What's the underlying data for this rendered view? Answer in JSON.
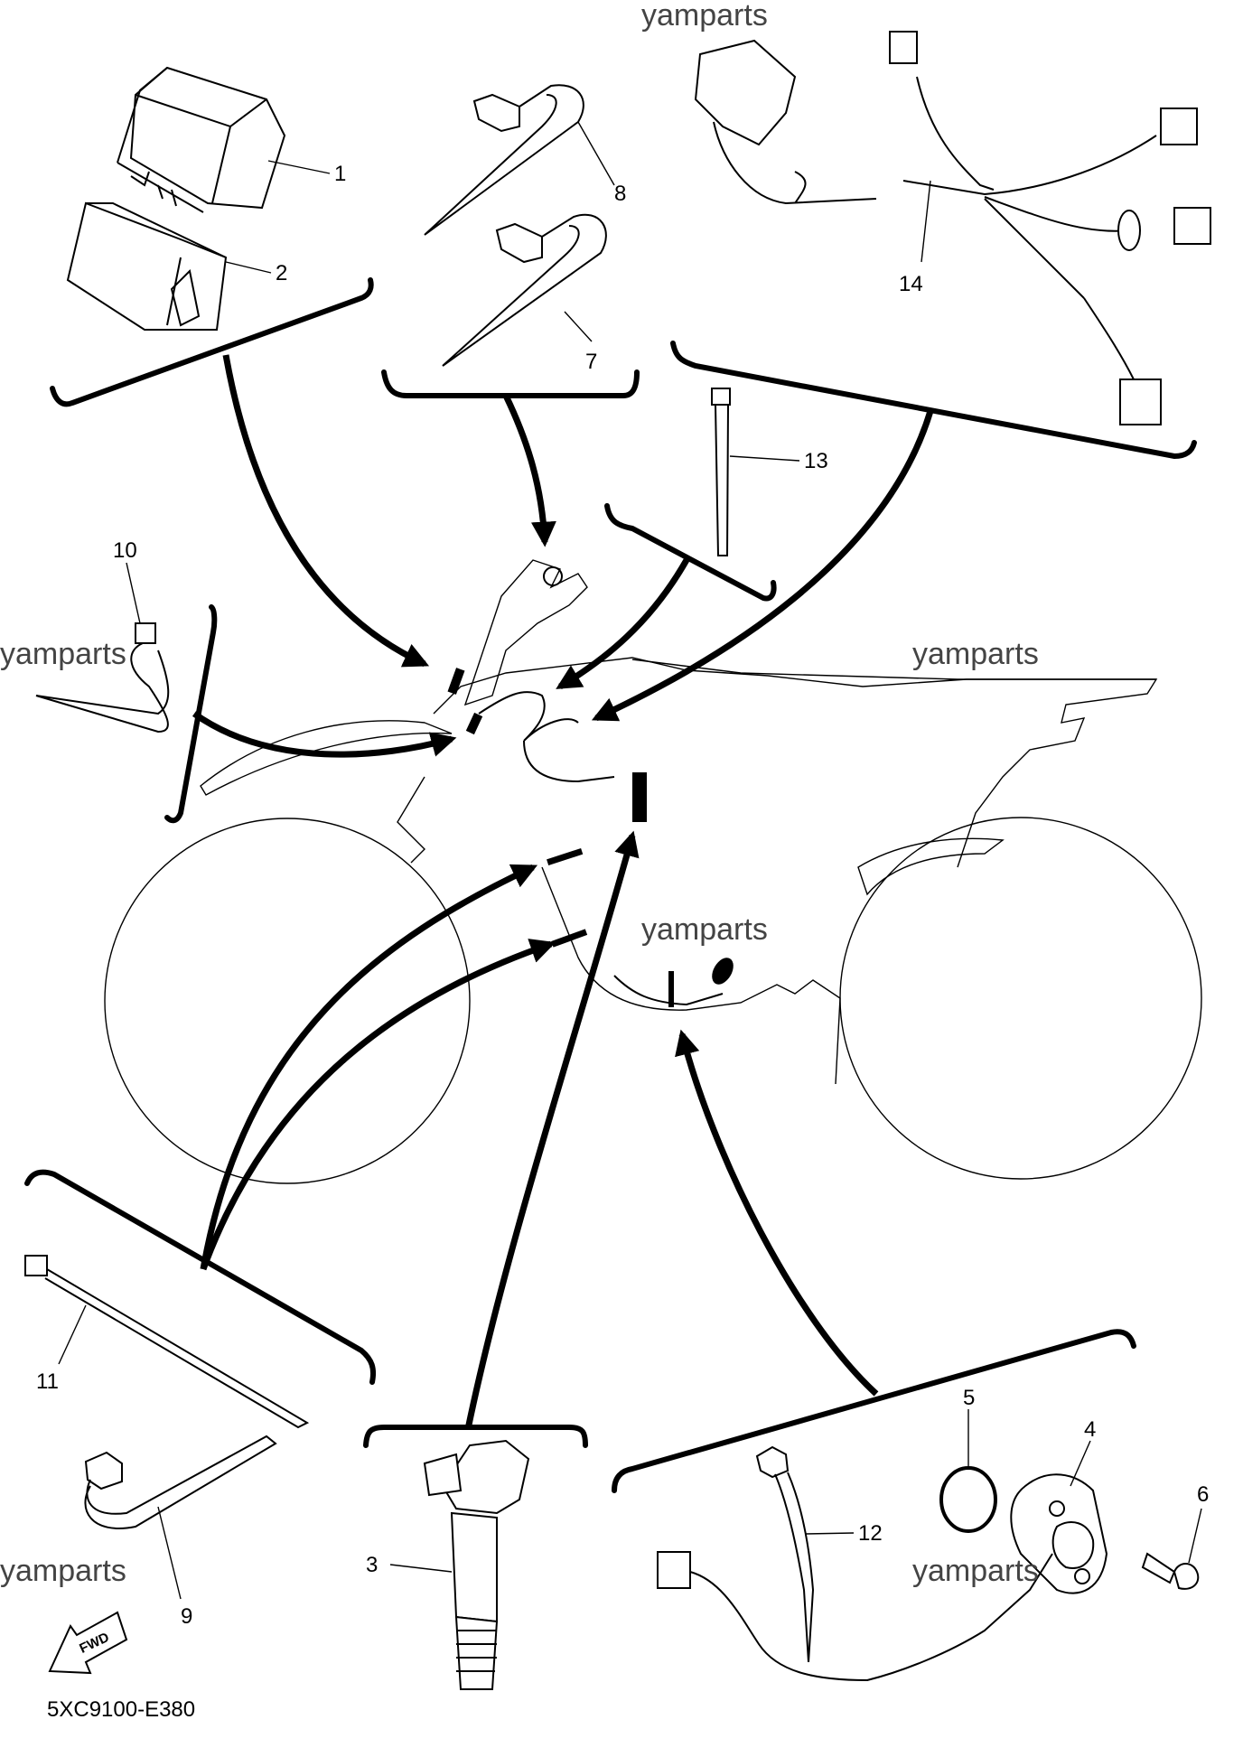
{
  "diagram": {
    "drawing_code": "5XC9100-E380",
    "fwd_label": "FWD",
    "watermarks": [
      "yamparts",
      "yamparts",
      "yamparts",
      "yamparts",
      "yamparts",
      "yamparts"
    ],
    "callouts": [
      "1",
      "2",
      "3",
      "4",
      "5",
      "6",
      "7",
      "8",
      "9",
      "10",
      "11",
      "12",
      "13",
      "14"
    ]
  }
}
